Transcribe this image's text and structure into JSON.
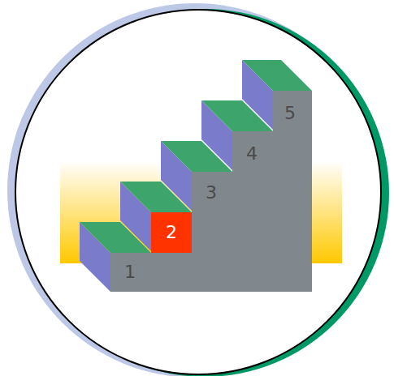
{
  "diagram": {
    "nodes": [
      {
        "text": [
          "2"
        ]
      }
    ],
    "labels": [
      "1",
      "3",
      "4",
      "5"
    ]
  }
}
